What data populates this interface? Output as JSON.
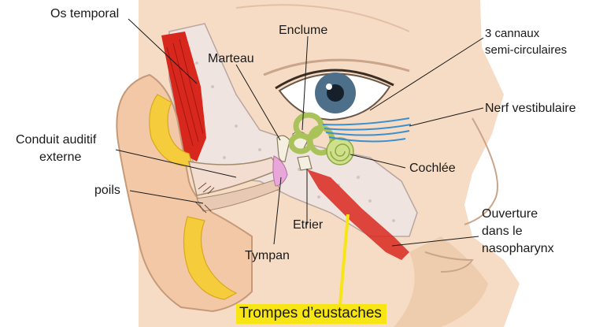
{
  "diagram": {
    "labels": {
      "os_temporal": "Os temporal",
      "enclume": "Enclume",
      "marteau": "Marteau",
      "cannaux_line1": "3 cannaux",
      "cannaux_line2": "semi-circulaires",
      "nerf_vestibulaire": "Nerf vestibulaire",
      "conduit_line1": "Conduit auditif",
      "conduit_line2": "externe",
      "cochlee": "Cochlée",
      "poils": "poils",
      "ouverture_line1": "Ouverture",
      "ouverture_line2": "dans le",
      "ouverture_line3": "nasopharynx",
      "etrier": "Etrier",
      "tympan": "Tympan",
      "trompes": "Trompes d’eustaches"
    },
    "colors": {
      "skin": "#f6dcc4",
      "skin_shadow": "#e9c3a2",
      "bone": "#efe4e0",
      "muscle": "#d8281e",
      "cartilage": "#f4cc3c",
      "inner_ear": "#cfe08a",
      "nerve": "#3a8fd0",
      "canal_dark": "#a48b6d",
      "highlight": "#f7e514"
    }
  }
}
